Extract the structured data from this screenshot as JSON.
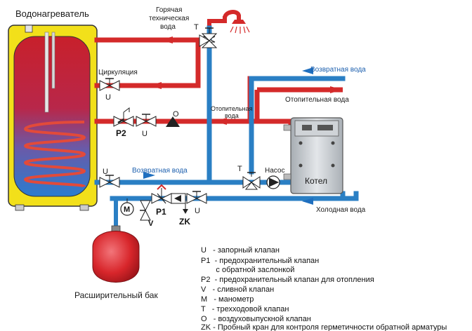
{
  "title": "Водонагреватель",
  "labels": {
    "hot_water_1": "Горячая",
    "hot_water_2": "техническая",
    "hot_water_3": "вода",
    "circulation": "Циркуляция",
    "return_water_top": "Возвратная вода",
    "heating_water_right": "Отопительная вода",
    "heating_water_mid_1": "Отопительная",
    "heating_water_mid_2": "вода",
    "return_water_mid": "Возвратная вода",
    "cold_water": "Холодная вода",
    "pump": "Насос",
    "boiler": "Котел",
    "expansion_tank": "Расширительный бак"
  },
  "component_codes": {
    "three_way_top": "T",
    "three_way_mid": "T",
    "u_circ": "U",
    "u_heating": "U",
    "u_return": "U",
    "u_cold": "U",
    "p2": "P2",
    "p1": "P1",
    "o": "O",
    "m": "M",
    "v": "V",
    "zk": "ZK"
  },
  "legend": [
    "U   - запорный клапан",
    "P1  - предохранительный клапан",
    "       с обратной заслонкой",
    "P2  - предохранительный клапан для отопления",
    "V   - сливной клапан",
    "M   - манометр",
    "T   - трехходовой клапан",
    "O   - воздуховыпускной клапан",
    "ZK - Пробный кран для контроля герметичности обратной арматуры"
  ],
  "colors": {
    "hot_pipe": "#d42a2a",
    "cold_pipe": "#2a7fc4",
    "tank_shell": "#f2e01a",
    "boiler_body": "#c9ced3",
    "expansion_tank": "#d8262b",
    "arrow_red": "#d42a2a",
    "arrow_blue": "#1f6fbf"
  }
}
